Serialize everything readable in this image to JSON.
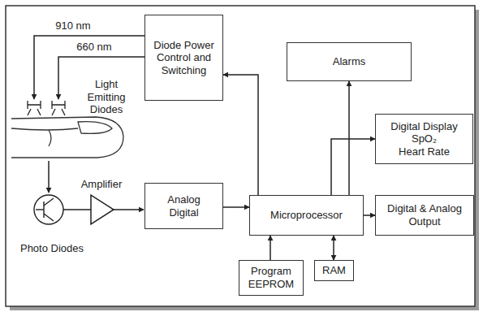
{
  "diagram": {
    "nodes": [
      {
        "text": [
          "Diode Power Control and Switching"
        ]
      },
      {
        "text": [
          "Alarms"
        ]
      },
      {
        "text": [
          "Digital Display",
          "SpO₂",
          "Heart Rate"
        ]
      },
      {
        "text": [
          "Analog Digital"
        ]
      },
      {
        "text": [
          "Microprocessor"
        ]
      },
      {
        "text": [
          "Digital & Analog Output"
        ]
      },
      {
        "text": [
          "Program EEPROM"
        ]
      },
      {
        "text": [
          "RAM"
        ]
      }
    ],
    "edges": [
      {
        "from": 4,
        "to": 0,
        "arrow": "to"
      },
      {
        "from": 4,
        "to": 1,
        "arrow": "to"
      },
      {
        "from": 4,
        "to": 2,
        "arrow": "to"
      },
      {
        "from": 4,
        "to": 5,
        "arrow": "to"
      },
      {
        "from": 3,
        "to": 4,
        "arrow": "to"
      },
      {
        "from": 6,
        "to": 4,
        "arrow": "to"
      },
      {
        "from": 7,
        "to": 4,
        "arrow": "both"
      }
    ],
    "labels": [
      "910 nm",
      "660 nm",
      "Light Emitting Diodes",
      "Amplifier",
      "Photo Diodes"
    ]
  }
}
